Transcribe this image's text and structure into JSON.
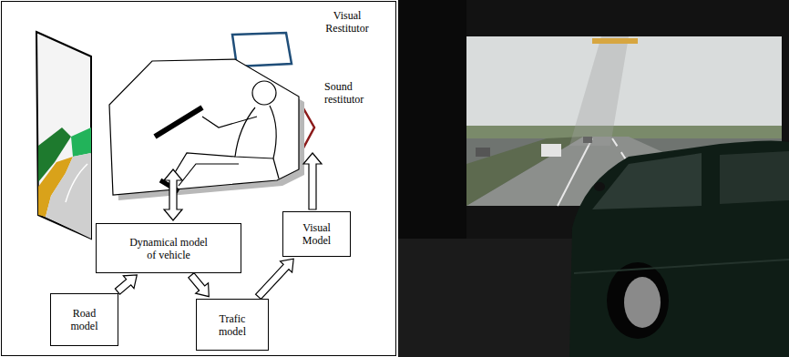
{
  "diagram": {
    "nodes": [
      {
        "text": [
          "Dynamical model of vehicle"
        ]
      },
      {
        "text": [
          "Visual Model"
        ]
      },
      {
        "text": [
          "Road model"
        ]
      },
      {
        "text": [
          "Trafic model"
        ]
      }
    ],
    "edges": [
      {
        "from": 2,
        "to": 0,
        "arrow": "to"
      },
      {
        "from": 0,
        "to": 3,
        "arrow": "to"
      },
      {
        "from": 3,
        "to": 1,
        "arrow": "to"
      }
    ],
    "labels": [
      "Visual Restitutor",
      "Sound restitutor"
    ]
  }
}
